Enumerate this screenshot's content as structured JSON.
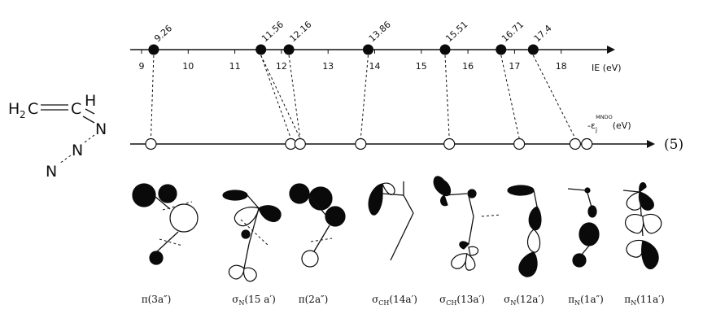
{
  "upper_axis": {
    "ticks": [
      "9",
      "10",
      "11",
      "12",
      "13",
      "14",
      "15",
      "16",
      "17",
      "18"
    ],
    "unit_label": "IE (eV)",
    "measured_ie": [
      "9.26",
      "11.56",
      "12.16",
      "13.86",
      "15.51",
      "16.71",
      "17.4"
    ]
  },
  "lower_axis": {
    "label_main": "-ε",
    "label_sub": "j",
    "label_sup": "MNDO",
    "label_unit": "(eV)",
    "equation_number": "(5)"
  },
  "molecule": {
    "h2": "H",
    "h2_sub": "2",
    "c1": "C",
    "c2": "C",
    "h": "H",
    "n1": "N",
    "n2": "N",
    "n3": "N"
  },
  "orbitals": [
    {
      "symbol": "π",
      "label": "(3a″)"
    },
    {
      "symbol": "σ",
      "sub": "N",
      "label": "(15 a′)"
    },
    {
      "symbol": "π",
      "label": "(2a″)"
    },
    {
      "symbol": "σ",
      "sub": "CH",
      "label": "(14a′)"
    },
    {
      "symbol": "σ",
      "sub": "CH",
      "label": "(13a′)"
    },
    {
      "symbol": "σ",
      "sub": "N",
      "label": "(12a′)"
    },
    {
      "symbol": "π",
      "sub": "N",
      "label": "(1a″)"
    },
    {
      "symbol": "π",
      "sub": "N",
      "label": "(11a′)"
    }
  ]
}
